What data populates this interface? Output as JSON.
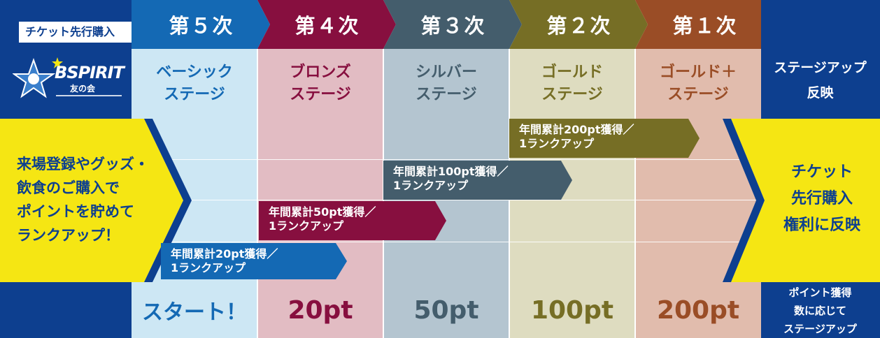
{
  "ticket_label": "チケット先行購入",
  "logo": {
    "brand": "BSPIRIT",
    "sub": "友の会"
  },
  "tiers": [
    {
      "rank": "第５次",
      "stage_line1": "ベーシック",
      "stage_line2": "ステージ",
      "bottom": "スタート！",
      "header_color": "#1469b4",
      "bg": "#cde7f4",
      "text_color": "#1469b4"
    },
    {
      "rank": "第４次",
      "stage_line1": "ブロンズ",
      "stage_line2": "ステージ",
      "bottom": "20pt",
      "header_color": "#870f3f",
      "bg": "#e2bcc3",
      "text_color": "#870f3f"
    },
    {
      "rank": "第３次",
      "stage_line1": "シルバー",
      "stage_line2": "ステージ",
      "bottom": "50pt",
      "header_color": "#445d6c",
      "bg": "#b4c5d0",
      "text_color": "#445d6c"
    },
    {
      "rank": "第２次",
      "stage_line1": "ゴールド",
      "stage_line2": "ステージ",
      "bottom": "100pt",
      "header_color": "#766e25",
      "bg": "#dedcc0",
      "text_color": "#766e25"
    },
    {
      "rank": "第１次",
      "stage_line1": "ゴールド＋",
      "stage_line2": "ステージ",
      "bottom": "200pt",
      "header_color": "#9a4d26",
      "bg": "#e1bcad",
      "text_color": "#9a4d26"
    }
  ],
  "right": {
    "top_line1": "ステージアップ",
    "top_line2": "反映",
    "middle_line1": "チケット",
    "middle_line2": "先行購入",
    "middle_line3": "権利に反映",
    "bottom_line1": "ポイント獲得",
    "bottom_line2": "数に応じて",
    "bottom_line3": "ステージアップ"
  },
  "left_message": {
    "line1": "来場登録やグッズ・",
    "line2": "飲食のご購入で",
    "line3": "ポイントを貯めて",
    "line4": "ランクアップ！"
  },
  "arrows": [
    {
      "text": "年間累計20pt獲得／\n1ランクアップ",
      "color": "#1469b4"
    },
    {
      "text": "年間累計50pt獲得／\n1ランクアップ",
      "color": "#870f3f"
    },
    {
      "text": "年間累計100pt獲得／\n1ランクアップ",
      "color": "#445d6c"
    },
    {
      "text": "年間累計200pt獲得／\n1ランクアップ",
      "color": "#766e25"
    }
  ],
  "colors": {
    "navy": "#0d3f8f",
    "yellow": "#f5e613"
  }
}
